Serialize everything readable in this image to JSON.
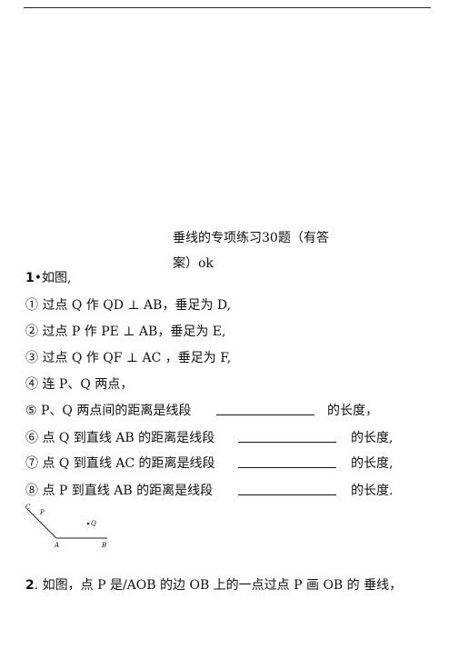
{
  "title": {
    "line1": "垂线的专项练习30题（有答",
    "line2": "案）ok"
  },
  "q1": {
    "number": "1",
    "intro": "•如图,",
    "items": [
      {
        "text": "① 过点 Q 作 QD ⊥ AB，垂足为 D,"
      },
      {
        "text": "② 过点 P 作 PE ⊥ AB，垂足为 E,"
      },
      {
        "text": "③ 过点 Q 作 QF ⊥ AC ，垂足为 F,"
      },
      {
        "text": "④ 连 P、Q 两点，"
      },
      {
        "text": "⑤ P、Q 两点间的距离是线段",
        "suffix": "的长度，"
      },
      {
        "text": "⑥ 点 Q 到直线 AB 的距离是线段",
        "suffix": "的长度,"
      },
      {
        "text": "⑦ 点 Q 到直线 AC 的距离是线段",
        "suffix": "的长度,"
      },
      {
        "text": "⑧ 点 P 到直线 AB 的距离是线段",
        "suffix": "的长度."
      }
    ]
  },
  "figure": {
    "labels": {
      "c": "C",
      "p": "P",
      "q": "Q",
      "a": "A",
      "b": "B"
    }
  },
  "q2": {
    "number": "2",
    "text": ". 如图，点 P 是/AOB 的边 OB 上的一点过点 P 画 OB 的  垂线，"
  }
}
